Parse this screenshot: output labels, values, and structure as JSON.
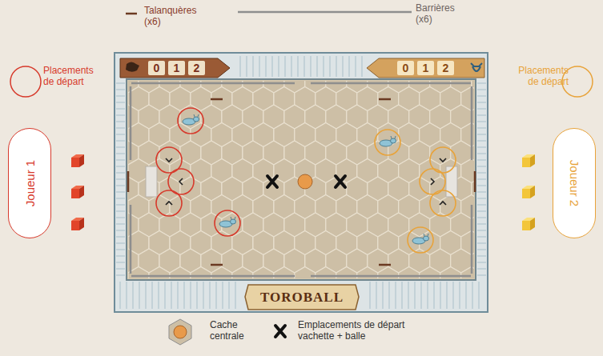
{
  "diagram": {
    "nodes": [
      {
        "text": [
          "0",
          "1",
          "2"
        ]
      },
      {
        "text": [
          "0",
          "1",
          "2"
        ]
      },
      {
        "text": [
          "Joueur 1"
        ]
      },
      {
        "text": [
          "Joueur 2"
        ]
      },
      {
        "text": [
          "TOROBALL"
        ]
      }
    ],
    "legend": [
      {
        "text": "Talanquères (x6)"
      },
      {
        "text": "Barrières (x6)"
      },
      {
        "text": "Placements de départ"
      },
      {
        "text": "Placements de départ"
      },
      {
        "text": "Cache centrale"
      },
      {
        "text": "Emplacements de départ vachette + balle"
      }
    ]
  }
}
